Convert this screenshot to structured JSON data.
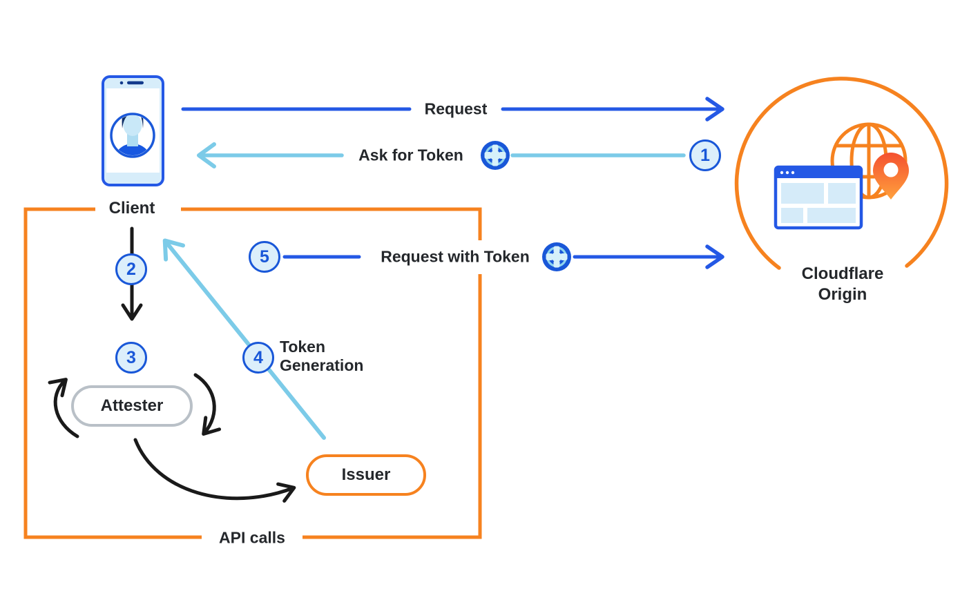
{
  "diagram": {
    "title_implicit": "Privacy Pass token flow",
    "client": {
      "label": "Client"
    },
    "origin": {
      "label_line1": "Cloudflare",
      "label_line2": "Origin"
    },
    "attester": {
      "label": "Attester"
    },
    "issuer": {
      "label": "Issuer"
    },
    "flows": {
      "request": "Request",
      "ask_for_token": "Ask for Token",
      "request_with_token": "Request with Token",
      "token_generation_line1": "Token",
      "token_generation_line2": "Generation",
      "api_calls": "API calls"
    },
    "steps": {
      "s1": "1",
      "s2": "2",
      "s3": "3",
      "s4": "4",
      "s5": "5"
    }
  },
  "colors": {
    "arrow_blue": "#2458E5",
    "arrow_light_blue": "#7CCBE8",
    "arrow_black": "#1A1A1A",
    "box_orange": "#F6821F",
    "step_circle_border": "#1957D8",
    "step_circle_fill": "#DCEFFB",
    "attester_border": "#B9C0C7",
    "issuer_border": "#F6821F",
    "text": "#24272b",
    "phone_fill": "#D7EDFA",
    "token_icon_dark": "#1957D8",
    "token_icon_light": "#8FD4EE"
  },
  "icons": {
    "token": "token-icon",
    "phone": "client-phone-icon",
    "globe": "globe-icon",
    "browser": "browser-window-icon",
    "pin": "location-pin-icon"
  }
}
